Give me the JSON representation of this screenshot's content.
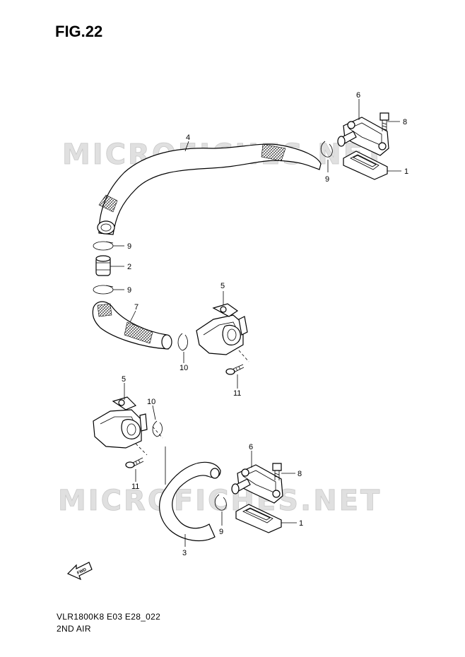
{
  "figure": {
    "title": "FIG.22",
    "model_code": "VLR1800K8 E03 E28_022",
    "section_name": "2ND AIR"
  },
  "watermark": "MICROFICHES.NET",
  "callouts": [
    {
      "id": "c-6-top",
      "label": "6"
    },
    {
      "id": "c-8-top",
      "label": "8"
    },
    {
      "id": "c-4",
      "label": "4"
    },
    {
      "id": "c-1-top",
      "label": "1"
    },
    {
      "id": "c-9-top",
      "label": "9"
    },
    {
      "id": "c-9-mid1",
      "label": "9"
    },
    {
      "id": "c-2",
      "label": "2"
    },
    {
      "id": "c-9-mid2",
      "label": "9"
    },
    {
      "id": "c-5-upper",
      "label": "5"
    },
    {
      "id": "c-7",
      "label": "7"
    },
    {
      "id": "c-10-upper",
      "label": "10"
    },
    {
      "id": "c-11-upper",
      "label": "11"
    },
    {
      "id": "c-5-lower",
      "label": "5"
    },
    {
      "id": "c-10-lower",
      "label": "10"
    },
    {
      "id": "c-11-lower",
      "label": "11"
    },
    {
      "id": "c-6-bottom",
      "label": "6"
    },
    {
      "id": "c-8-bottom",
      "label": "8"
    },
    {
      "id": "c-1-bottom",
      "label": "1"
    },
    {
      "id": "c-9-bottom",
      "label": "9"
    },
    {
      "id": "c-3",
      "label": "3"
    }
  ],
  "fwd_label": "FWD",
  "colors": {
    "line": "#000000",
    "watermark": "#d9d9d9",
    "background": "#ffffff"
  }
}
